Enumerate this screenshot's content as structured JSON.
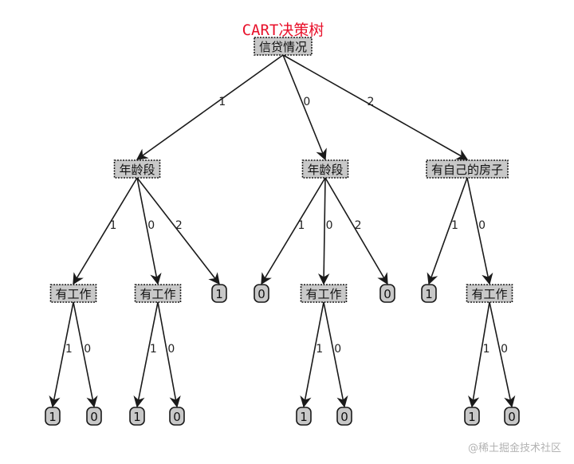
{
  "title": "CART决策树",
  "watermark": "@稀土掘金技术社区",
  "nodes": [
    {
      "id": "root",
      "label": "信贷情况",
      "kind": "decision"
    },
    {
      "id": "a",
      "label": "年龄段",
      "kind": "decision"
    },
    {
      "id": "b",
      "label": "年龄段",
      "kind": "decision"
    },
    {
      "id": "c",
      "label": "有自己的房子",
      "kind": "decision"
    },
    {
      "id": "a1",
      "label": "有工作",
      "kind": "decision"
    },
    {
      "id": "a0",
      "label": "有工作",
      "kind": "decision"
    },
    {
      "id": "a2",
      "label": "1",
      "kind": "leaf"
    },
    {
      "id": "b1",
      "label": "0",
      "kind": "leaf"
    },
    {
      "id": "b0",
      "label": "有工作",
      "kind": "decision"
    },
    {
      "id": "b2",
      "label": "0",
      "kind": "leaf"
    },
    {
      "id": "c1",
      "label": "1",
      "kind": "leaf"
    },
    {
      "id": "c0",
      "label": "有工作",
      "kind": "decision"
    },
    {
      "id": "a1l",
      "label": "1",
      "kind": "leaf"
    },
    {
      "id": "a1r",
      "label": "0",
      "kind": "leaf"
    },
    {
      "id": "a0l",
      "label": "1",
      "kind": "leaf"
    },
    {
      "id": "a0r",
      "label": "0",
      "kind": "leaf"
    },
    {
      "id": "b0l",
      "label": "1",
      "kind": "leaf"
    },
    {
      "id": "b0r",
      "label": "0",
      "kind": "leaf"
    },
    {
      "id": "c0l",
      "label": "1",
      "kind": "leaf"
    },
    {
      "id": "c0r",
      "label": "0",
      "kind": "leaf"
    }
  ],
  "edges": [
    {
      "from": "root",
      "to": "a",
      "label": "1"
    },
    {
      "from": "root",
      "to": "b",
      "label": "0"
    },
    {
      "from": "root",
      "to": "c",
      "label": "2"
    },
    {
      "from": "a",
      "to": "a1",
      "label": "1"
    },
    {
      "from": "a",
      "to": "a0",
      "label": "0"
    },
    {
      "from": "a",
      "to": "a2",
      "label": "2"
    },
    {
      "from": "b",
      "to": "b1",
      "label": "1"
    },
    {
      "from": "b",
      "to": "b0",
      "label": "0"
    },
    {
      "from": "b",
      "to": "b2",
      "label": "2"
    },
    {
      "from": "c",
      "to": "c1",
      "label": "1"
    },
    {
      "from": "c",
      "to": "c0",
      "label": "0"
    },
    {
      "from": "a1",
      "to": "a1l",
      "label": "1"
    },
    {
      "from": "a1",
      "to": "a1r",
      "label": "0"
    },
    {
      "from": "a0",
      "to": "a0l",
      "label": "1"
    },
    {
      "from": "a0",
      "to": "a0r",
      "label": "0"
    },
    {
      "from": "b0",
      "to": "b0l",
      "label": "1"
    },
    {
      "from": "b0",
      "to": "b0r",
      "label": "0"
    },
    {
      "from": "c0",
      "to": "c0l",
      "label": "1"
    },
    {
      "from": "c0",
      "to": "c0r",
      "label": "0"
    }
  ]
}
